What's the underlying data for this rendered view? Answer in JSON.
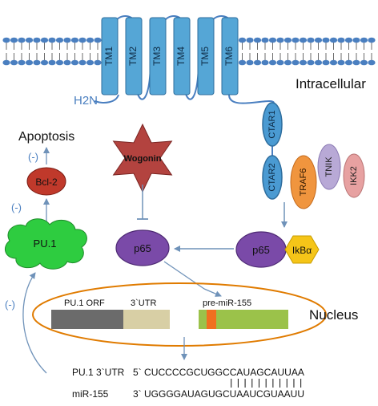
{
  "membrane": {
    "tm_labels": [
      "TM1",
      "TM2",
      "TM3",
      "TM4",
      "TM5",
      "TM6"
    ],
    "n_terminus": "H2N",
    "region_label": "Intracellular"
  },
  "signaling": {
    "ctar1": "CTAR1",
    "ctar2": "CTAR2",
    "traf6": "TRAF6",
    "tnik": "TNIK",
    "ikk2": "IKK2",
    "p65_complex": "p65",
    "ikba": "IkBα",
    "p65_free": "p65",
    "wogonin": "Wogonin"
  },
  "apoptosis": {
    "title": "Apoptosis",
    "bcl2": "Bcl-2",
    "pu1": "PU.1",
    "inhibit_marks": [
      "(-)",
      "(-)",
      "(-)"
    ]
  },
  "nucleus": {
    "label": "Nucleus",
    "pu1_orf": "PU.1 ORF",
    "utr": "3`UTR",
    "pre_mir": "pre-miR-155"
  },
  "sequence": {
    "row1_label": "PU.1 3`UTR",
    "row1_dir": "5`",
    "row1_seq": "CUCCCCGCUGGCCAUAGCAUUAA",
    "row2_label": "miR-155",
    "row2_dir": "3`",
    "row2_seq": "UGGGGAUAGUGCUAAUCGUAAUU"
  },
  "colors": {
    "membrane_head": "#4a7fc0",
    "tm_fill": "#55a6d6",
    "ctar_fill": "#4a9ad2",
    "traf6_fill": "#f0953e",
    "tnik_fill": "#b8a9d6",
    "ikk2_fill": "#e7a1a1",
    "p65_fill": "#7a4aa8",
    "ikba_fill": "#f5c518",
    "wogonin_fill": "#b3433f",
    "bcl2_fill": "#c0392b",
    "pu1_fill": "#2ecc40",
    "nucleus_outline": "#e07b00",
    "orf_fill": "#6b6b6b",
    "utr_fill": "#d8cfa5",
    "premir_fill": "#9bc24a",
    "premir_mark": "#f07020",
    "arrow": "#6f92b9"
  }
}
